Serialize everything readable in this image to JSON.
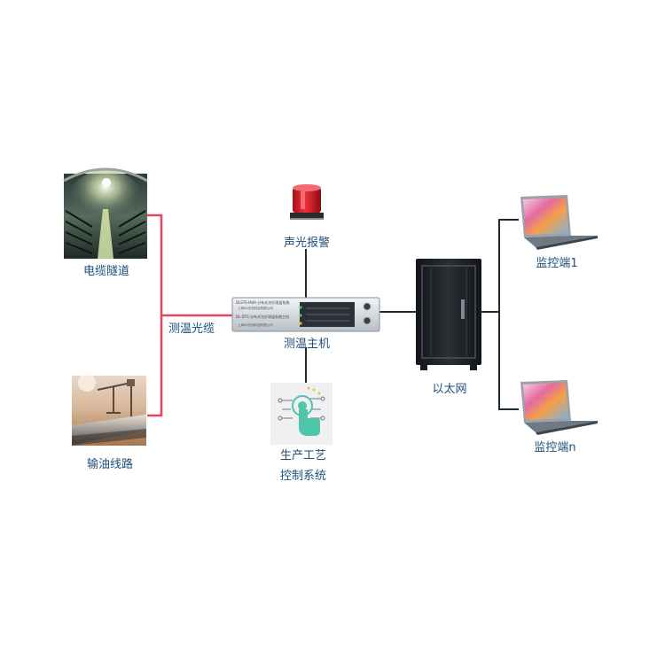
{
  "colors": {
    "fiber": "#e8435c",
    "network": "#1e2a33",
    "label": "#1d4f7a"
  },
  "nodes": {
    "cable_tunnel": {
      "label": "电缆隧道",
      "icon": "cable-tunnel-photo"
    },
    "oil_pipeline": {
      "label": "输油线路",
      "icon": "oil-pipeline-photo"
    },
    "fiber_label": "测温光缆",
    "alarm": {
      "label": "声光报警",
      "icon": "warning-light-icon"
    },
    "host": {
      "label": "测温主机",
      "panel_line1": "DLSTS-M4A 分布式光纤测温系统",
      "panel_line2": "上海XX光电科技有限公司",
      "panel_line3": "DL-DTS 分布式光纤测温系统主机",
      "panel_line4": "上海XX光电科技有限公司"
    },
    "process_control": {
      "label_line1": "生产工艺",
      "label_line2": "控制系统",
      "icon": "touch-control-icon"
    },
    "ethernet": {
      "label": "以太网",
      "icon": "server-rack-icon"
    },
    "monitor_1": {
      "label": "监控端1",
      "icon": "laptop-icon"
    },
    "monitor_n": {
      "label": "监控端n",
      "icon": "laptop-icon"
    }
  }
}
